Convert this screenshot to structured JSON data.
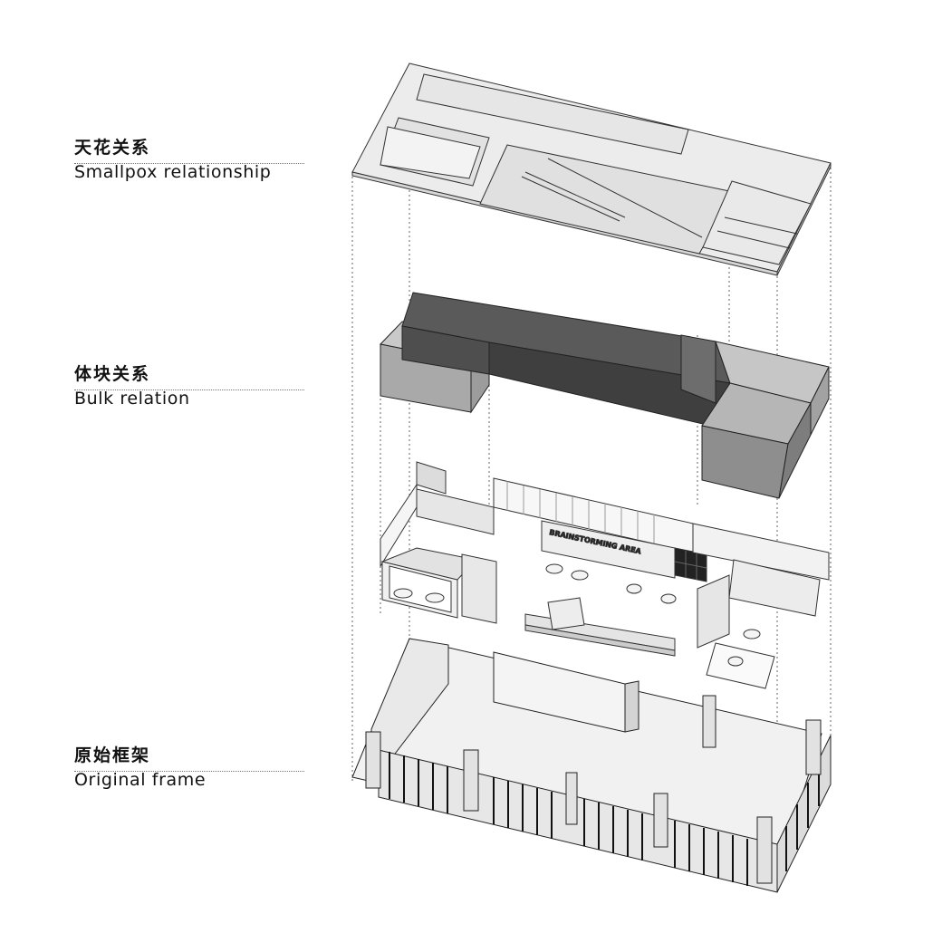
{
  "layers": [
    {
      "id": "ceiling",
      "zh": "天花关系",
      "en": "Smallpox relationship"
    },
    {
      "id": "bulk",
      "zh": "体块关系",
      "en": "Bulk relation"
    },
    {
      "id": "frame",
      "zh": "原始框架",
      "en": "Original frame"
    }
  ],
  "floor_plan": {
    "sign_text": "BRAINSTORMING AREA"
  },
  "colors": {
    "line": "#333333",
    "dark_mass": "#4a4a4a",
    "mid_mass": "#9a9a9a",
    "light_mass": "#cfcfcf",
    "plane": "#ececec"
  }
}
